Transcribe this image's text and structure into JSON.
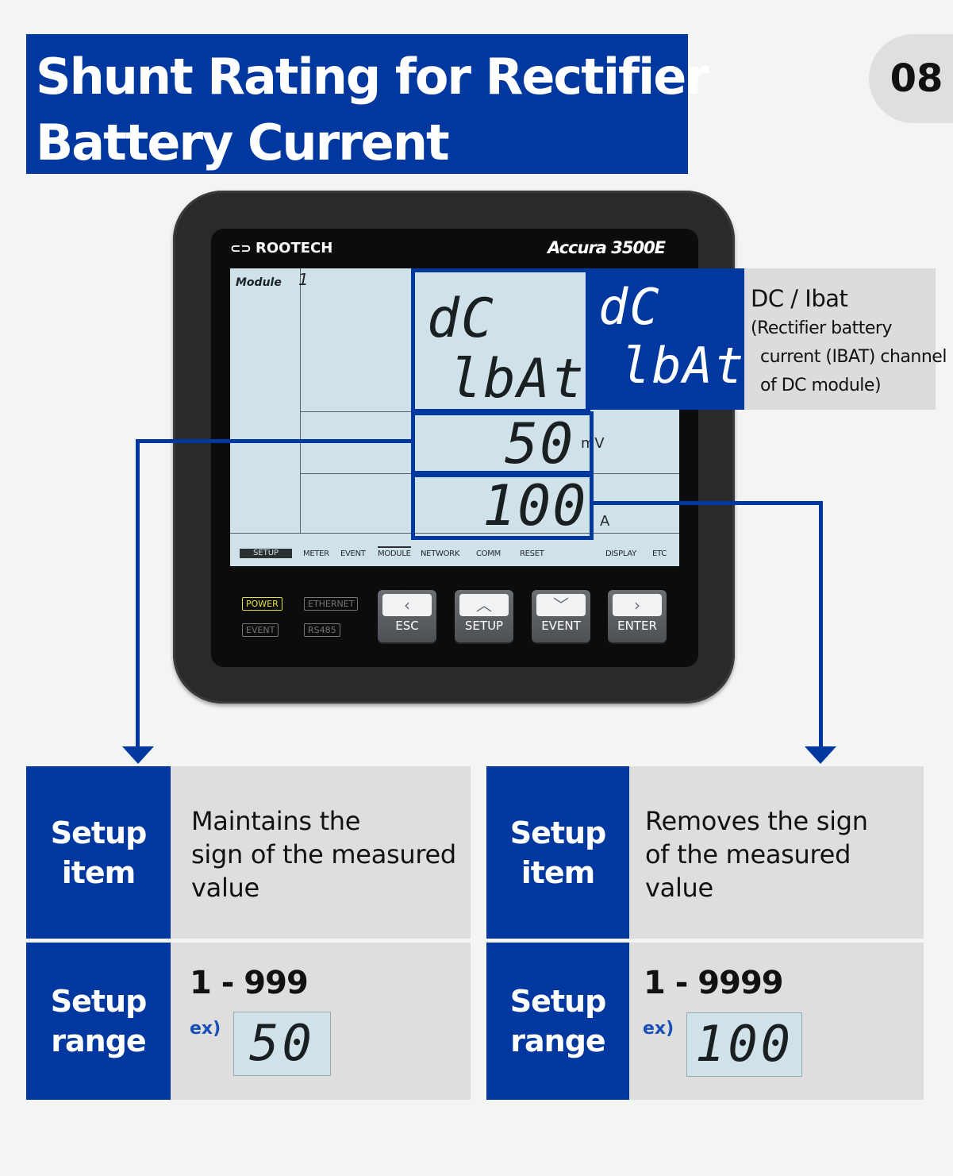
{
  "header": {
    "title_line1": "Shunt Rating for Rectifier",
    "title_line2": "Battery Current",
    "page_number": "08"
  },
  "device": {
    "brand": "ROOTECH",
    "model": "Accura 3500E",
    "lcd": {
      "module_label": "Module",
      "module_value": "1",
      "line1": "dC",
      "line2": "lbAt",
      "value_mv": "50",
      "unit_mv": "mV",
      "value_a": "100",
      "unit_a": "A",
      "menu": [
        "SETUP",
        "METER",
        "EVENT",
        "MODULE",
        "NETWORK",
        "COMM",
        "RESET",
        "DISPLAY",
        "ETC"
      ]
    },
    "leds": [
      "POWER",
      "ETHERNET",
      "EVENT",
      "RS485"
    ],
    "buttons": [
      {
        "icon": "chevron-left-icon",
        "glyph": "‹",
        "label": "ESC"
      },
      {
        "icon": "chevron-up-icon",
        "glyph": "︿",
        "label": "SETUP"
      },
      {
        "icon": "chevron-down-icon",
        "glyph": "﹀",
        "label": "EVENT"
      },
      {
        "icon": "chevron-right-icon",
        "glyph": "›",
        "label": "ENTER"
      }
    ]
  },
  "callout": {
    "zoom_line1": "dC",
    "zoom_line2": "lbAt",
    "title": "DC / Ibat",
    "desc_line1": "(Rectifier battery",
    "desc_line2": "current (IBAT) channel",
    "desc_line3": "of DC module)"
  },
  "left_table": {
    "item_label": "Setup item",
    "item_desc_1": "Maintains the",
    "item_desc_2": "sign of the measured",
    "item_desc_3": "value",
    "range_label": "Setup range",
    "range_value": "1 - 999",
    "ex_label": "ex)",
    "ex_value": "50"
  },
  "right_table": {
    "item_label": "Setup item",
    "item_desc_1": "Removes the sign",
    "item_desc_2": "of the measured",
    "item_desc_3": "value",
    "range_label": "Setup range",
    "range_value": "1 - 9999",
    "ex_label": "ex)",
    "ex_value": "100"
  },
  "colors": {
    "accent": "#0038a0",
    "lcd": "#cfe2e9",
    "panel_grey": "#dedede"
  }
}
